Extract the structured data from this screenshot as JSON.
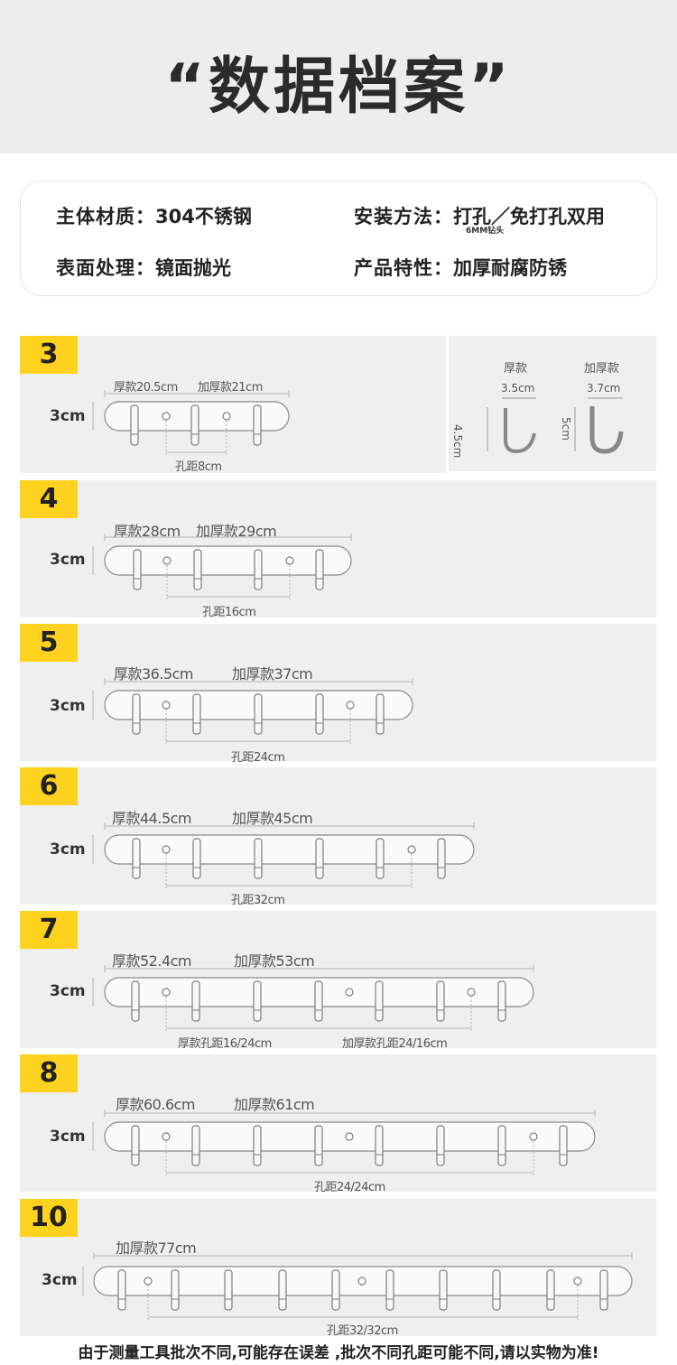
{
  "header": {
    "title": "“数据档案”"
  },
  "specs": {
    "material_label": "主体材质：",
    "material_value": "304不锈钢",
    "install_label": "安装方法：",
    "install_value": "打孔／免打孔双用",
    "install_note": "6MM钻头",
    "surface_label": "表面处理：",
    "surface_value": "镜面抛光",
    "feature_label": "产品特性：",
    "feature_value": "加厚耐腐防锈"
  },
  "hook_types": {
    "thick_label": "厚款",
    "thicker_label": "加厚款",
    "thick_width": "3.5cm",
    "thicker_width": "3.7cm",
    "thick_height": "4.5cm",
    "thicker_height": "5cm"
  },
  "height_label": "3cm",
  "rows": [
    {
      "count": "3",
      "thick": "厚款20.5cm",
      "thicker": "加厚款21cm",
      "spacing": "孔距8cm"
    },
    {
      "count": "4",
      "thick": "厚款28cm",
      "thicker": "加厚款29cm",
      "spacing": "孔距16cm"
    },
    {
      "count": "5",
      "thick": "厚款36.5cm",
      "thicker": "加厚款37cm",
      "spacing": "孔距24cm"
    },
    {
      "count": "6",
      "thick": "厚款44.5cm",
      "thicker": "加厚款45cm",
      "spacing": "孔距32cm"
    },
    {
      "count": "7",
      "thick": "厚款52.4cm",
      "thicker": "加厚款53cm",
      "spacing": "厚款孔距16/24cm",
      "spacing2": "加厚款孔距24/16cm"
    },
    {
      "count": "8",
      "thick": "厚款60.6cm",
      "thicker": "加厚款61cm",
      "spacing": "孔距24/24cm"
    },
    {
      "count": "10",
      "thick": "",
      "thicker": "加厚款77cm",
      "spacing": "孔距32/32cm"
    }
  ],
  "footer": {
    "note": "由于测量工具批次不同,可能存在误差 ,批次不同孔距可能不同,请以实物为准!"
  }
}
